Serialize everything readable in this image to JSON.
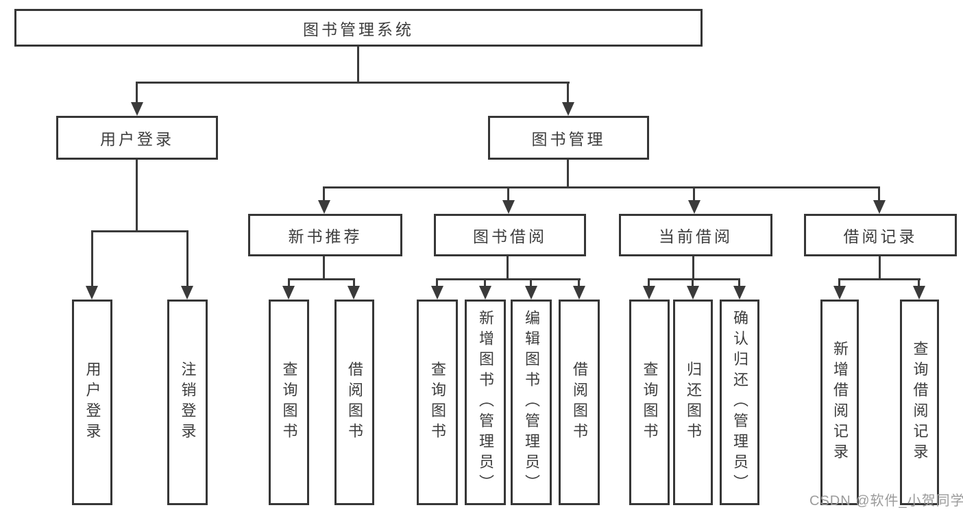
{
  "tree": {
    "root": {
      "label": "图书管理系统"
    },
    "branches": [
      {
        "label": "用户登录",
        "leaves": [
          "用户登录",
          "注销登录"
        ]
      },
      {
        "label": "图书管理",
        "groups": [
          {
            "label": "新书推荐",
            "leaves": [
              "查询图书",
              "借阅图书"
            ]
          },
          {
            "label": "图书借阅",
            "leaves": [
              "查询图书",
              "新增图书（管理员）",
              "编辑图书（管理员）",
              "借阅图书"
            ]
          },
          {
            "label": "当前借阅",
            "leaves": [
              "查询图书",
              "归还图书",
              "确认归还（管理员）"
            ]
          },
          {
            "label": "借阅记录",
            "leaves": [
              "新增借阅记录",
              "查询借阅记录"
            ]
          }
        ]
      }
    ]
  },
  "watermark": {
    "text": "CSDN @软件_小贺同学",
    "color": "#9b9b9b"
  },
  "colors": {
    "line": "#3a3a3a",
    "box_border": "#363636",
    "box_fill": "#ffffff",
    "text": "#3d3d3d",
    "background": "#ffffff"
  }
}
